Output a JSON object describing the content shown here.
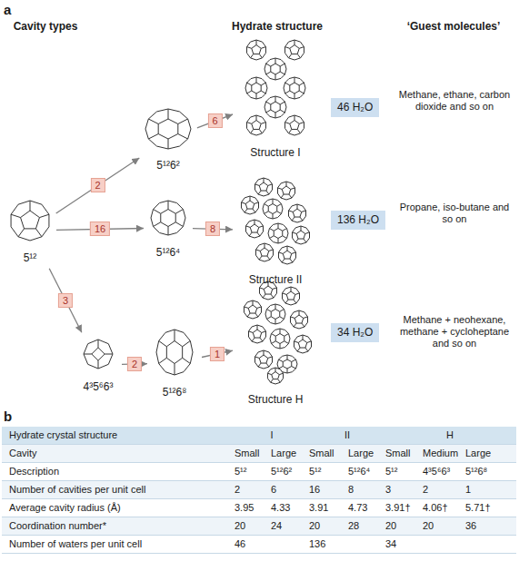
{
  "diagram": {
    "nodes": [
      {
        "text": [
          "5¹²"
        ]
      },
      {
        "text": [
          "5¹²6²"
        ]
      },
      {
        "text": [
          "Structure I"
        ]
      },
      {
        "text": [
          "5¹²6⁴"
        ]
      },
      {
        "text": [
          "Structure II"
        ]
      },
      {
        "text": [
          "4³5⁶6³"
        ]
      },
      {
        "text": [
          "5¹²6⁸"
        ]
      },
      {
        "text": [
          "Structure H"
        ]
      },
      {
        "text": [
          "46 H₂O"
        ]
      },
      {
        "text": [
          "136 H₂O"
        ]
      },
      {
        "text": [
          "34 H₂O"
        ]
      }
    ],
    "edges": [
      {
        "from": 0,
        "to": 1,
        "arrow": "to",
        "label": "2"
      },
      {
        "from": 1,
        "to": 2,
        "arrow": "to",
        "label": "6"
      },
      {
        "from": 0,
        "to": 3,
        "arrow": "to",
        "label": "16"
      },
      {
        "from": 3,
        "to": 4,
        "arrow": "to",
        "label": "8"
      },
      {
        "from": 0,
        "to": 5,
        "arrow": "to",
        "label": "3"
      },
      {
        "from": 5,
        "to": 6,
        "arrow": "to",
        "label": "2"
      },
      {
        "from": 6,
        "to": 7,
        "arrow": "to",
        "label": "1"
      }
    ],
    "labels": [
      "a",
      "Cavity types",
      "Hydrate structure",
      "‘Guest molecules’",
      "Methane, ethane, carbon dioxide and so on",
      "Propane, iso-butane and so on",
      "Methane + neohexane, methane + cycloheptane and so on",
      "b",
      "Hydrate crystal structure",
      "I",
      "II",
      "H",
      "Cavity",
      "Small",
      "Large",
      "Small",
      "Large",
      "Small",
      "Medium",
      "Large",
      "Description",
      "5¹²",
      "5¹²6²",
      "5¹²",
      "5¹²6⁴",
      "5¹²",
      "4³5⁶6³",
      "5¹²6⁸",
      "Number of cavities per unit cell",
      "2",
      "6",
      "16",
      "8",
      "3",
      "2",
      "1",
      "Average cavity radius (Å)",
      "3.95",
      "4.33",
      "3.91",
      "4.73",
      "3.91†",
      "4.06†",
      "5.71†",
      "Coordination number*",
      "20",
      "24",
      "20",
      "28",
      "20",
      "20",
      "36",
      "Number of waters per unit cell",
      "46",
      "136",
      "34"
    ]
  }
}
